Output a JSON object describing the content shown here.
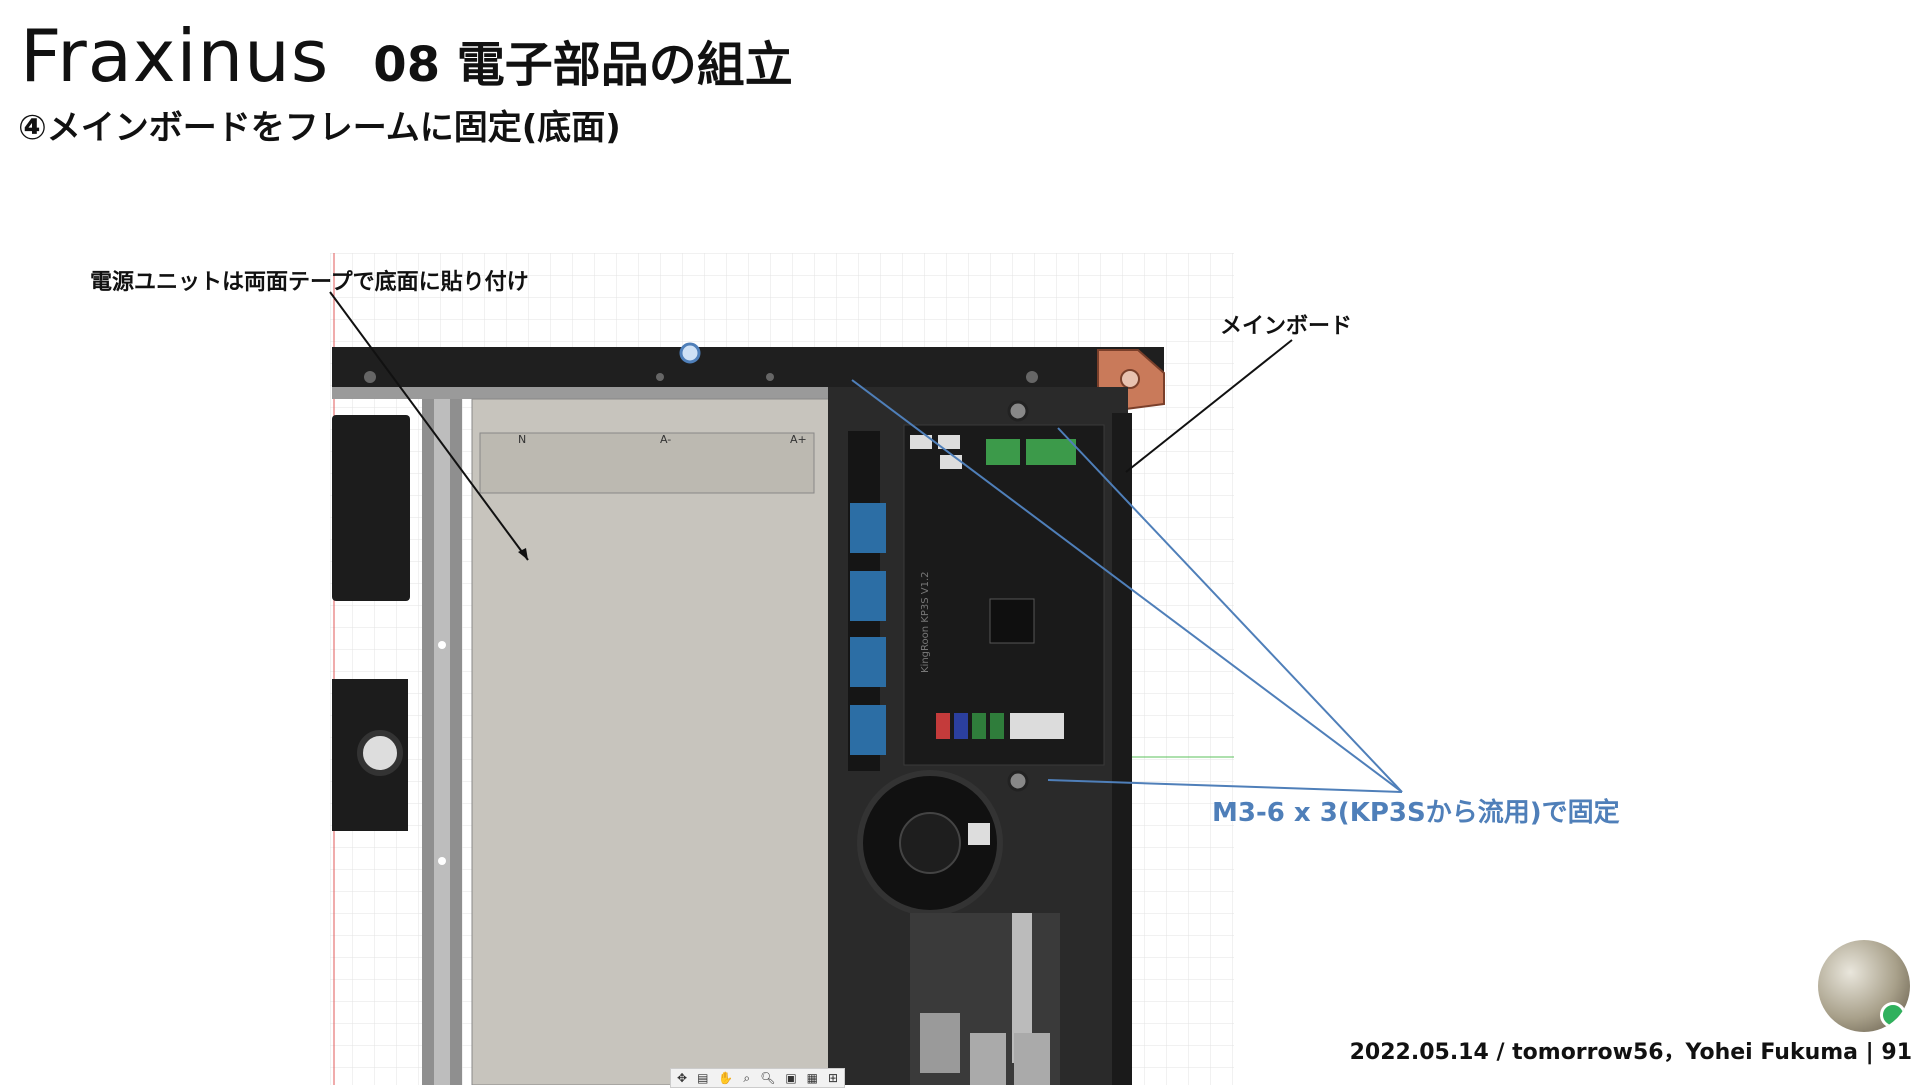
{
  "header": {
    "title": "Fraxinus",
    "chapter": "08 電子部品の組立",
    "subtitle": "④メインボードをフレームに固定(底面)"
  },
  "annotations": {
    "psu_note": "電源ユニットは両面テープで底面に貼り付け",
    "mainboard_label": "メインボード",
    "screw_note": "M3-6 x 3(KP3Sから流用)で固定"
  },
  "psu_labels": [
    "N",
    "A-",
    "A+"
  ],
  "board_silkscreen": "KingRoon KP3S V1.2",
  "footer": {
    "text": "2022.05.14 / tomorrow56，Yohei Fukuma | 91"
  },
  "toolbar": {
    "icons": [
      "move-icon",
      "print-icon",
      "hand-icon",
      "zoom-fit-icon",
      "zoom-icon",
      "display-icon",
      "grid-icon",
      "viewport-icon"
    ]
  },
  "colors": {
    "annotation_blue": "#4f7fb9",
    "status_green": "#2fb15d",
    "frame_black": "#1c1c1c",
    "psu_gray": "#c7c4bd",
    "bracket_copper": "#c97a5a"
  }
}
